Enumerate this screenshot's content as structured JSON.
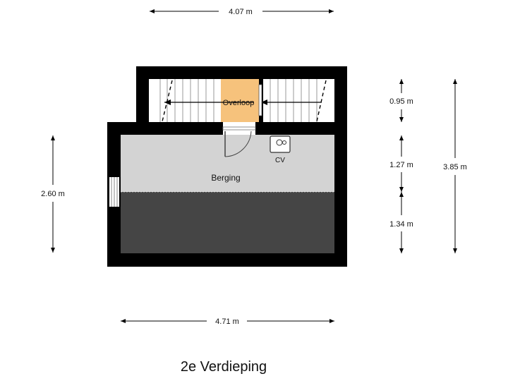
{
  "floor_title": "2e Verdieping",
  "rooms": {
    "overloop": "Overloop",
    "berging": "Berging",
    "cv": "CV"
  },
  "dimensions": {
    "top_width": "4.07 m",
    "bottom_width": "4.71 m",
    "left_height": "2.60 m",
    "right_segment_1": "0.95 m",
    "right_segment_2": "1.27 m",
    "right_segment_3": "1.34 m",
    "right_total": "3.85 m"
  },
  "colors": {
    "wall": "#000000",
    "overloop_fill": "#f6c27c",
    "berging_fill": "#d3d3d3",
    "low_ceiling_fill": "#454545",
    "floor_white": "#ffffff"
  }
}
